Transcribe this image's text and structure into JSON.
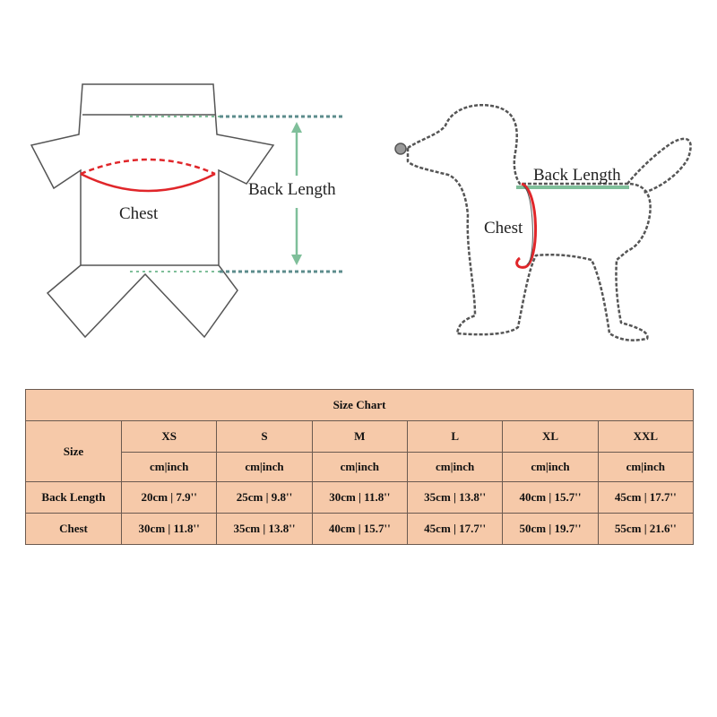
{
  "diagram": {
    "shirt": {
      "chest_label": "Chest",
      "back_length_label": "Back Length"
    },
    "dog": {
      "chest_label": "Chest",
      "back_length_label": "Back Length"
    },
    "colors": {
      "chest_line": "#e0262a",
      "back_line": "#7fbf9a",
      "dot_line": "#5c8c8c",
      "outline": "#555555"
    }
  },
  "size_chart": {
    "title": "Size Chart",
    "row_header_size": "Size",
    "sizes": [
      "XS",
      "S",
      "M",
      "L",
      "XL",
      "XXL"
    ],
    "units": [
      "cm|inch",
      "cm|inch",
      "cm|inch",
      "cm|inch",
      "cm|inch",
      "cm|inch"
    ],
    "rows": [
      {
        "label": "Back Length",
        "values": [
          "20cm | 7.9''",
          "25cm | 9.8''",
          "30cm | 11.8''",
          "35cm | 13.8''",
          "40cm | 15.7''",
          "45cm | 17.7''"
        ]
      },
      {
        "label": "Chest",
        "values": [
          "30cm | 11.8''",
          "35cm | 13.8''",
          "40cm | 15.7''",
          "45cm | 17.7''",
          "50cm | 19.7''",
          "55cm | 21.6''"
        ]
      }
    ],
    "background": "#f6c9a9"
  }
}
